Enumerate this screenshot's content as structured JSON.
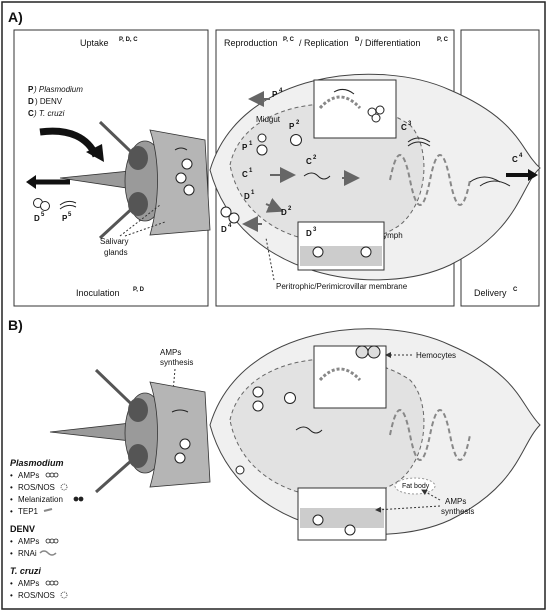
{
  "panelA": {
    "letter": "A)",
    "uptake": {
      "label": "Uptake",
      "sup": "P, D, C"
    },
    "reproduction": {
      "label1": "Reproduction",
      "sup1": "P, C",
      "label2": " / Replication",
      "sup2": "D",
      "label3": " / Differentiation",
      "sup3": "P, C"
    },
    "legend": {
      "p_key": "P",
      "p_name": ") Plasmodium",
      "d_key": "D",
      "d_name": ") DENV",
      "c_key": "C",
      "c_name": ") T. cruzi"
    },
    "midgut": "Midgut",
    "hemolymph": "Hemolymph",
    "salivary": [
      "Salivary",
      "glands"
    ],
    "membrane": "Peritrophic/Perimicrovillar membrane",
    "inoculation": {
      "label": "Inoculation",
      "sup": "P, D"
    },
    "delivery": {
      "label": "Delivery",
      "sup": "C"
    },
    "markers": {
      "P1": "P",
      "P1s": "1",
      "P2": "P",
      "P2s": "2",
      "P4": "P",
      "P4s": "4",
      "P5": "P",
      "P5s": "5",
      "C1": "C",
      "C1s": "1",
      "C2": "C",
      "C2s": "2",
      "C3": "C",
      "C3s": "3",
      "C4": "C",
      "C4s": "4",
      "D1": "D",
      "D1s": "1",
      "D2": "D",
      "D2s": "2",
      "D3": "D",
      "D3s": "3",
      "D4": "D",
      "D4s": "4",
      "D5": "D",
      "D5s": "5"
    }
  },
  "panelB": {
    "letter": "B)",
    "amps_synthesis": [
      "AMPs",
      "synthesis"
    ],
    "hemocytes": "Hemocytes",
    "fat_body": "Fat body",
    "amps_synthesis2": [
      "AMPs",
      "synthesis"
    ],
    "legend": {
      "plasmodium": {
        "title": "Plasmodium",
        "items": [
          "AMPs",
          "ROS/NOS",
          "Melanization",
          "TEP1"
        ]
      },
      "denv": {
        "title": "DENV",
        "items": [
          "AMPs",
          "RNAi"
        ]
      },
      "tcruzi": {
        "title": "T. cruzi",
        "items": [
          "AMPs",
          "ROS/NOS"
        ]
      }
    }
  },
  "colors": {
    "border": "#333333",
    "gut_fill": "#e6e6e6",
    "gland_fill": "#b5b5b5",
    "head_fill": "#9a9a9a",
    "eye_fill": "#555555",
    "arrow_dark": "#1a1a1a",
    "arrow_gray": "#777777"
  }
}
